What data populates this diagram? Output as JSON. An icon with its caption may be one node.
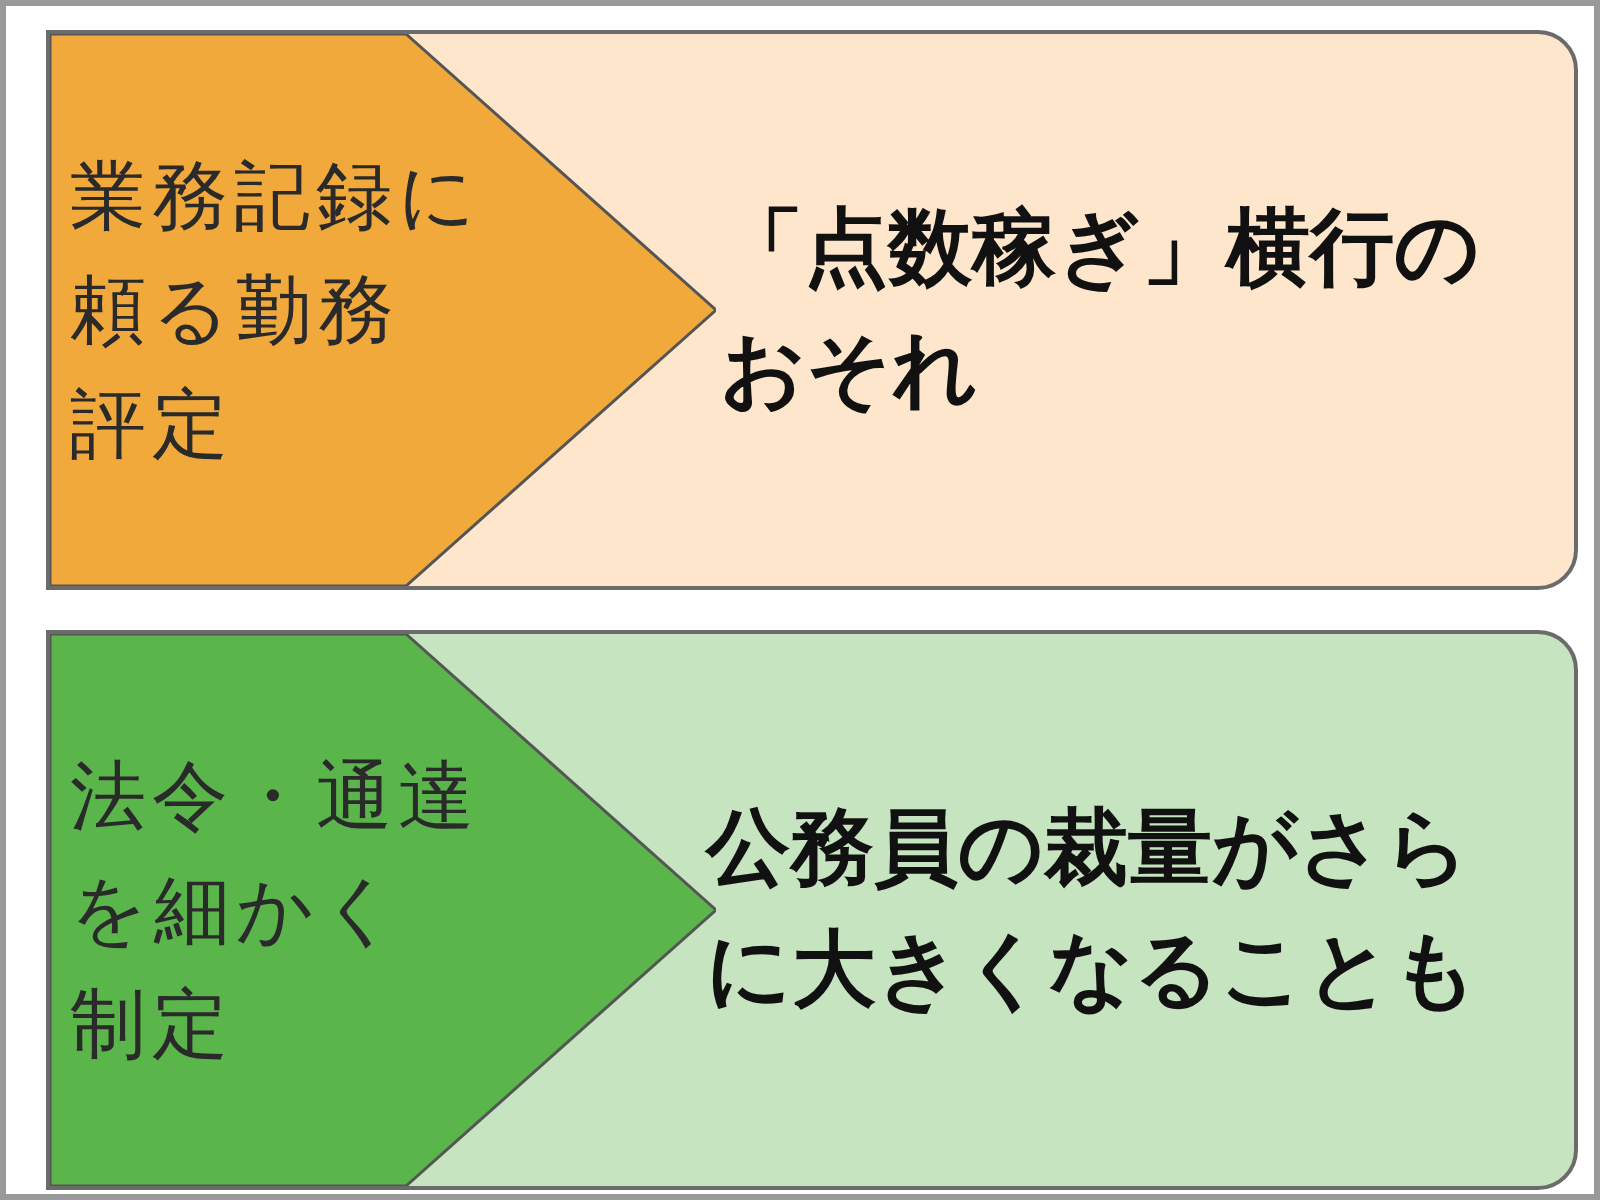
{
  "diagram": {
    "nodes": [
      {
        "text": [
          "「点数稼ぎ」横行のおそれ"
        ]
      },
      {
        "text": [
          "業務記録に頼る勤務評定"
        ],
        "in": 0
      },
      {
        "text": [
          "公務員の裁量がさらに大きくなることも"
        ]
      },
      {
        "text": [
          "法令・通達を細かく制定"
        ],
        "in": 2
      }
    ]
  }
}
